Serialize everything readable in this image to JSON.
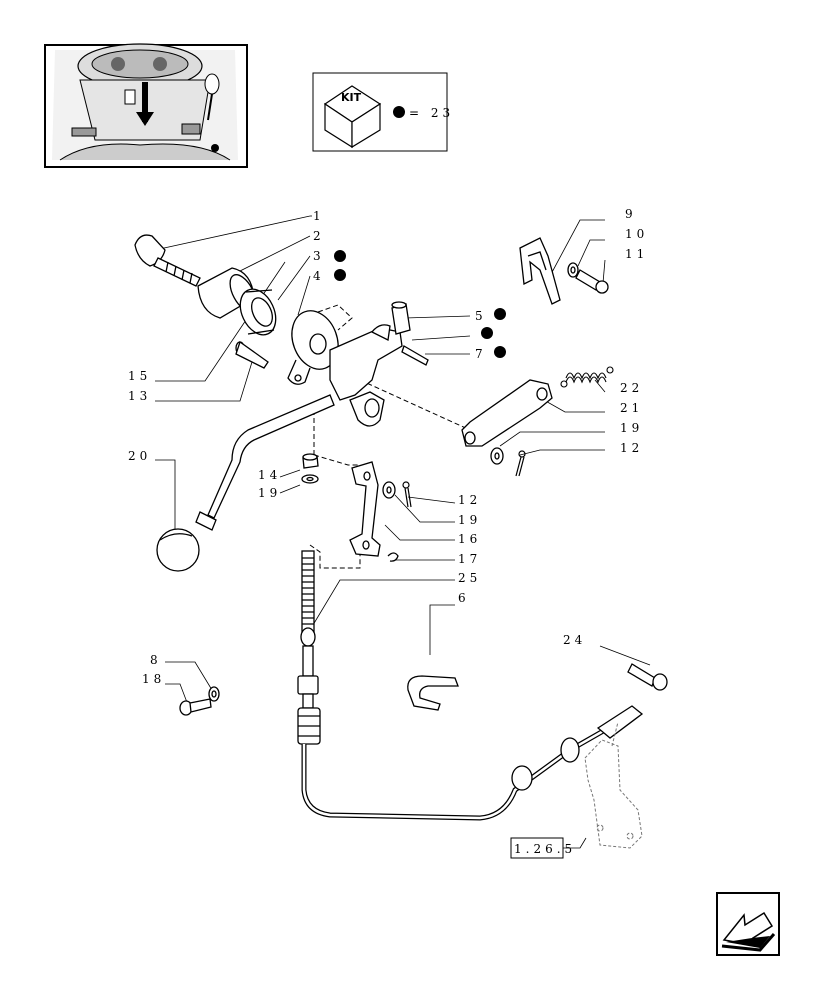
{
  "kit": {
    "badge": "KIT",
    "legend": "= 23"
  },
  "reference": "1.26.5",
  "labels": {
    "l1": "1",
    "l2": "2",
    "l3": "3",
    "l4": "4",
    "l5": "5",
    "l6": "6",
    "l7": "7",
    "l8": "8",
    "l9": "9",
    "l10": "10",
    "l11": "11",
    "l12a": "12",
    "l12b": "12",
    "l13": "13",
    "l14": "14",
    "l15": "15",
    "l16": "16",
    "l17": "17",
    "l18": "18",
    "l19a": "19",
    "l19b": "19",
    "l19c": "19",
    "l20": "20",
    "l21": "21",
    "l22": "22",
    "l24": "24",
    "l25": "25"
  },
  "colors": {
    "ink": "#000000",
    "paper": "#ffffff",
    "ghost": "#777777"
  },
  "icons": {
    "nav": "back-arrow-icon",
    "kit": "kit-box-icon",
    "marker": "kit-dot-icon"
  }
}
